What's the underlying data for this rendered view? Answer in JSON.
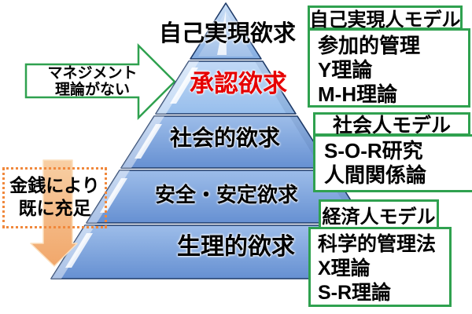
{
  "pyramid": {
    "levels": [
      {
        "label": "自己実現欲求",
        "text_color": "#000000"
      },
      {
        "label": "承認欲求",
        "text_color": "#e60000"
      },
      {
        "label": "社会的欲求",
        "text_color": "#000000"
      },
      {
        "label": "安全・安定欲求",
        "text_color": "#000000"
      },
      {
        "label": "生理的欲求",
        "text_color": "#000000"
      }
    ]
  },
  "management_note": {
    "line1": "マネジメント",
    "line2": "理論がない"
  },
  "money_note": {
    "line1": "金銭により",
    "line2": "既に充足"
  },
  "model_boxes": [
    {
      "title": "自己実現人モデル",
      "items": [
        "参加的管理",
        "Y理論",
        "M-H理論"
      ]
    },
    {
      "title": "社会人モデル",
      "items": [
        "S-O-R研究",
        "人間関係論"
      ]
    },
    {
      "title": "経済人モデル",
      "items": [
        "科学的管理法",
        "X理論",
        "S-R理論"
      ]
    }
  ],
  "colors": {
    "box_border_green": "#2fa14f",
    "esteem_red": "#e60000",
    "pyramid_outline_navy": "#1e3a68",
    "pyramid_blue_light": "#bad4f4",
    "pyramid_blue_mid": "#6690d2",
    "arrow_orange_fill": "#f3ad72",
    "dotted_border_orange": "#f0883c"
  }
}
